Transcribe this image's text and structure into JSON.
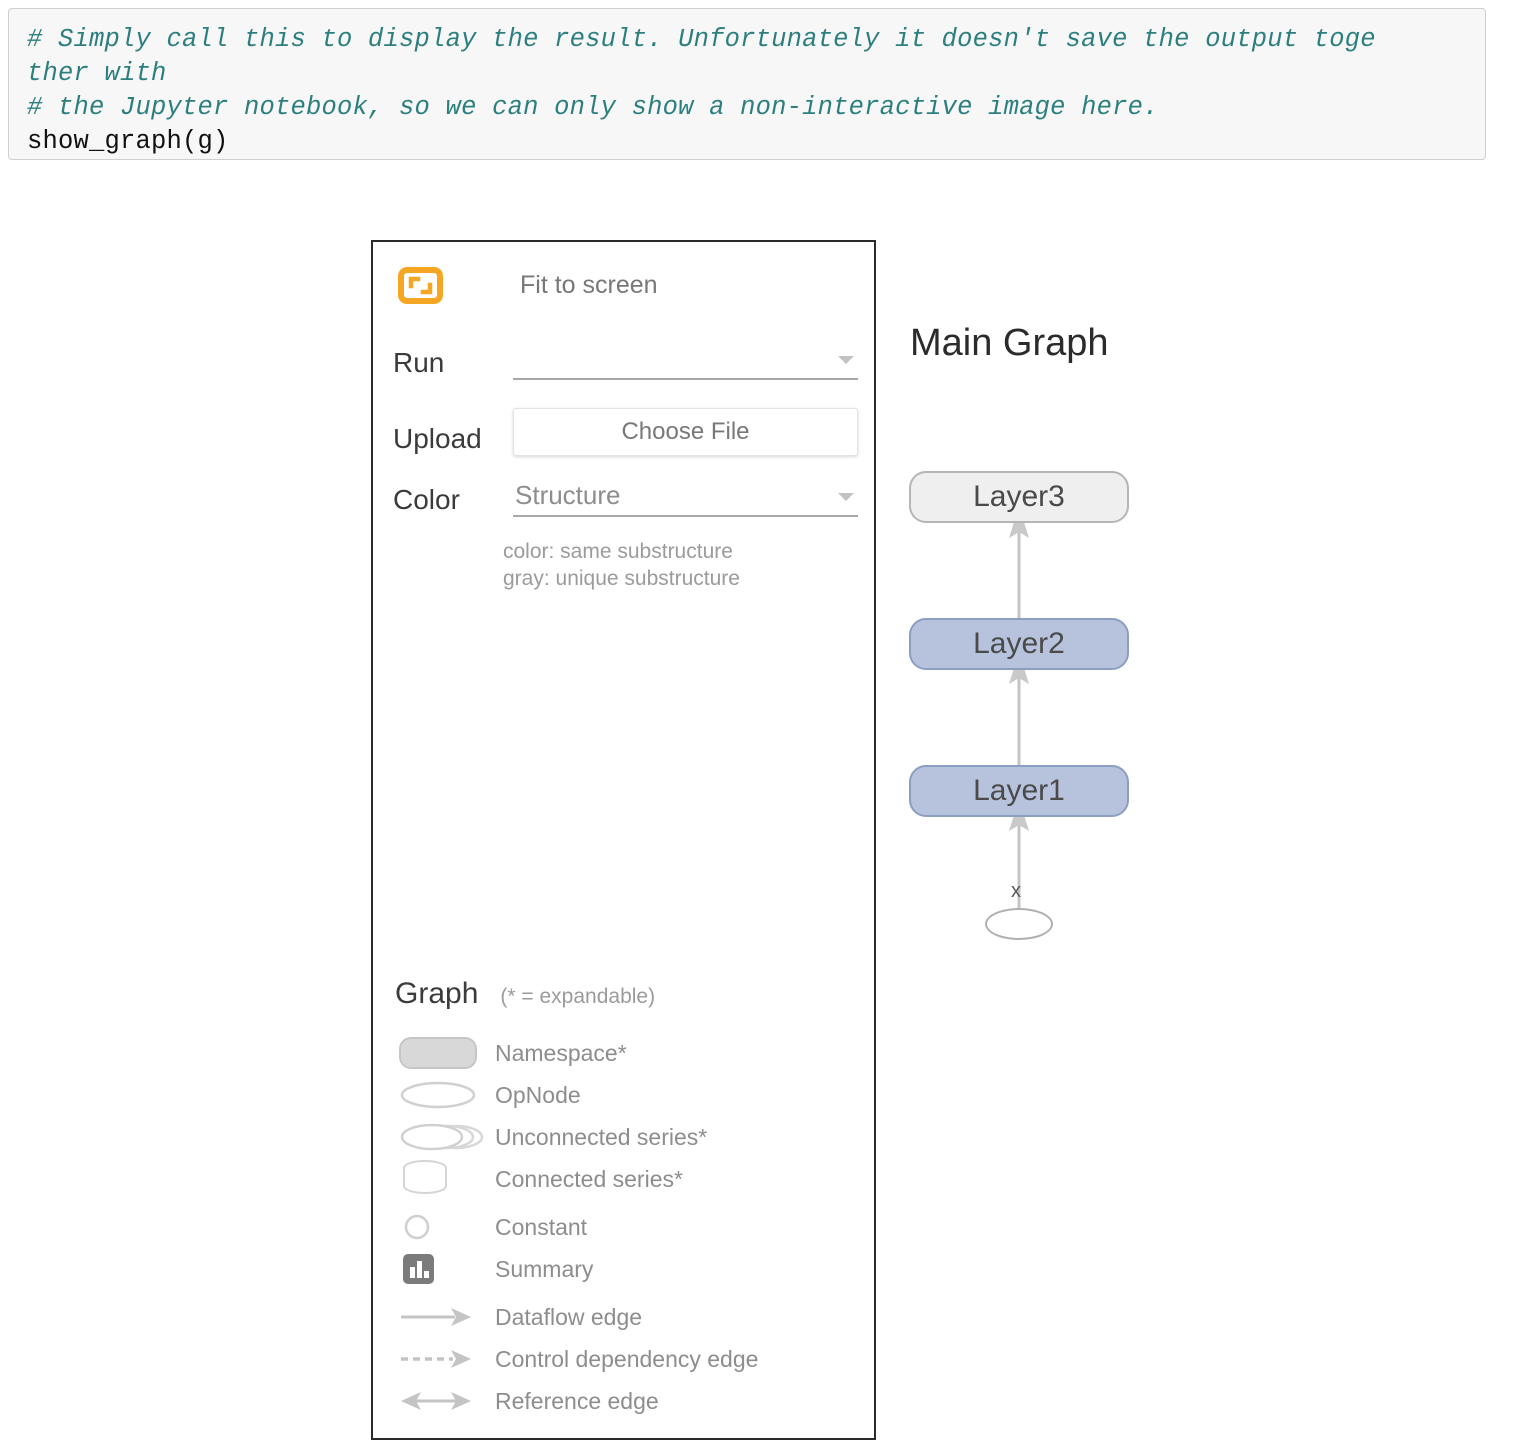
{
  "code_cell": {
    "lines": [
      {
        "text": "# Simply call this to display the result. Unfortunately it doesn't save the output toge",
        "style": "comment"
      },
      {
        "text": "ther with",
        "style": "comment"
      },
      {
        "text": "# the Jupyter notebook, so we can only show a non-interactive image here.",
        "style": "comment"
      },
      {
        "text": "show_graph(g)",
        "style": "statement"
      }
    ],
    "comment_color": "#2d7f7f",
    "statement_color": "#111111",
    "background": "#f7f7f7"
  },
  "tensorboard": {
    "fit_to_screen": {
      "label": "Fit to screen",
      "icon": "fit-to-screen-icon",
      "icon_color": "#f5a623"
    },
    "controls": [
      {
        "label": "Run",
        "type": "select",
        "value": "",
        "placeholder": ""
      },
      {
        "label": "Upload",
        "type": "file",
        "value": "Choose File"
      },
      {
        "label": "Color",
        "type": "select",
        "value": "Structure"
      }
    ],
    "color_hint": {
      "line1": "color: same substructure",
      "line2": "gray: unique substructure"
    },
    "legend": {
      "title": "Graph",
      "note": "(* = expandable)",
      "items": [
        {
          "label": "Namespace*",
          "icon": "namespace-rounded-rect-icon"
        },
        {
          "label": "OpNode",
          "icon": "opnode-ellipse-icon"
        },
        {
          "label": "Unconnected series*",
          "icon": "unconnected-series-icon"
        },
        {
          "label": "Connected series*",
          "icon": "connected-series-cylinder-icon"
        },
        {
          "label": "Constant",
          "icon": "constant-circle-icon"
        },
        {
          "label": "Summary",
          "icon": "summary-barchart-icon"
        },
        {
          "label": "Dataflow edge",
          "icon": "dataflow-arrow-icon"
        },
        {
          "label": "Control dependency edge",
          "icon": "control-dependency-dashed-arrow-icon"
        },
        {
          "label": "Reference edge",
          "icon": "reference-double-arrow-icon"
        }
      ]
    }
  },
  "graph": {
    "title": "Main Graph",
    "nodes": [
      {
        "id": "layer3",
        "label": "Layer3",
        "kind": "namespace",
        "color": "#efefef"
      },
      {
        "id": "layer2",
        "label": "Layer2",
        "kind": "namespace",
        "color": "#b7c3dd"
      },
      {
        "id": "layer1",
        "label": "Layer1",
        "kind": "namespace",
        "color": "#b7c3dd"
      },
      {
        "id": "x",
        "label": "x",
        "kind": "opnode",
        "color": "#ffffff"
      }
    ],
    "edges": [
      {
        "from": "x",
        "to": "layer1",
        "type": "dataflow"
      },
      {
        "from": "layer1",
        "to": "layer2",
        "type": "dataflow"
      },
      {
        "from": "layer2",
        "to": "layer3",
        "type": "dataflow"
      }
    ],
    "edge_color": "#bdbdbd"
  }
}
